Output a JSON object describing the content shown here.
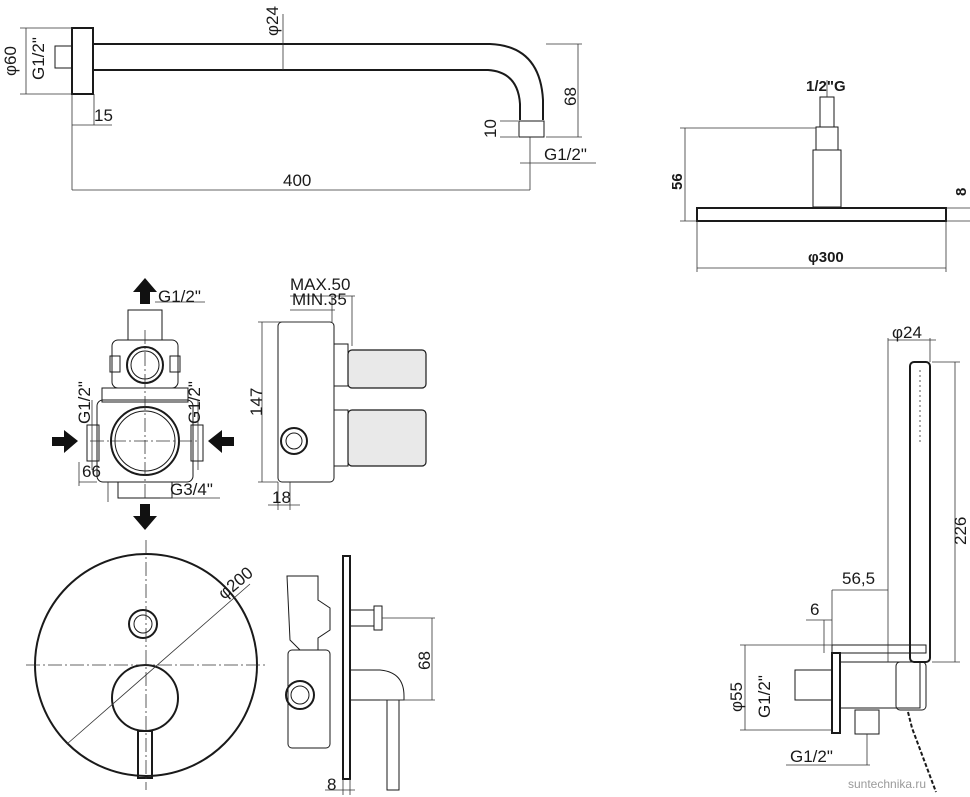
{
  "watermark": "suntechnika.ru",
  "shower_arm": {
    "label_diameter": "φ24",
    "label_flange_diameter": "φ60",
    "label_inlet_thread": "G1/2\"",
    "label_offset": "15",
    "label_length": "400",
    "label_height": "68",
    "label_outlet_offset": "10",
    "label_outlet_thread": "G1/2\""
  },
  "shower_head": {
    "label_thread": "1/2\"G",
    "label_height": "56",
    "label_thickness": "8",
    "label_diameter": "φ300"
  },
  "mixer_body": {
    "label_top_thread": "G1/2\"",
    "label_left_thread": "G1/2\"",
    "label_right_thread": "G1/2\"",
    "label_bottom_thread": "G3/4\"",
    "label_width": "66",
    "label_max": "MAX.50",
    "label_min": "MIN.35",
    "label_height": "147",
    "label_depth": "18"
  },
  "cover_plate": {
    "label_diameter": "φ200",
    "label_height": "68",
    "label_thickness": "8"
  },
  "hand_shower": {
    "label_diameter": "φ24",
    "label_length": "226",
    "label_offset": "56,5",
    "label_flange": "6",
    "label_outlet_diameter": "φ55",
    "label_wall_thread": "G1/2\"",
    "label_hose_thread": "G1/2\""
  }
}
